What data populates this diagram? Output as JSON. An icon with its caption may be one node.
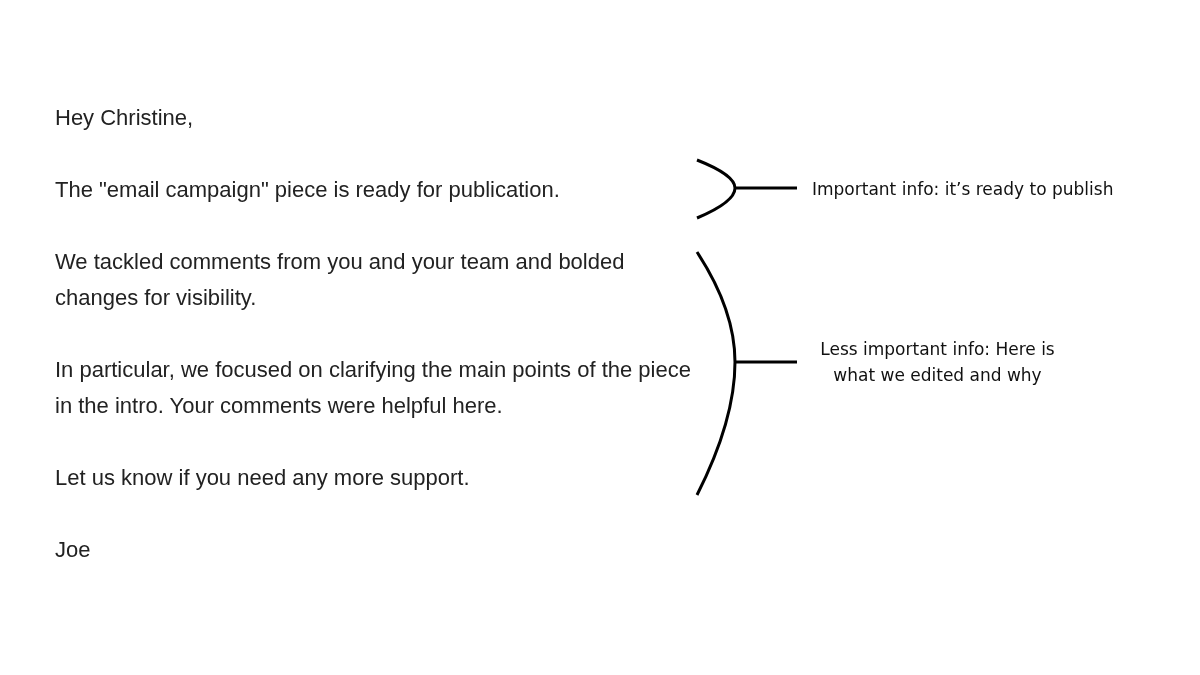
{
  "diagram": {
    "labels": [
      "Hey Christine,",
      "The \"email campaign\" piece is ready for publication.",
      "Important info: it’s ready to publish",
      "We tackled comments from you and your team and bolded changes for visibility.",
      "Less important info: Here is what we edited and why",
      "In particular, we focused on clarifying the main points of the piece in the intro. Your comments were helpful here.",
      "Let us know if you need any more support.",
      "Joe"
    ]
  }
}
